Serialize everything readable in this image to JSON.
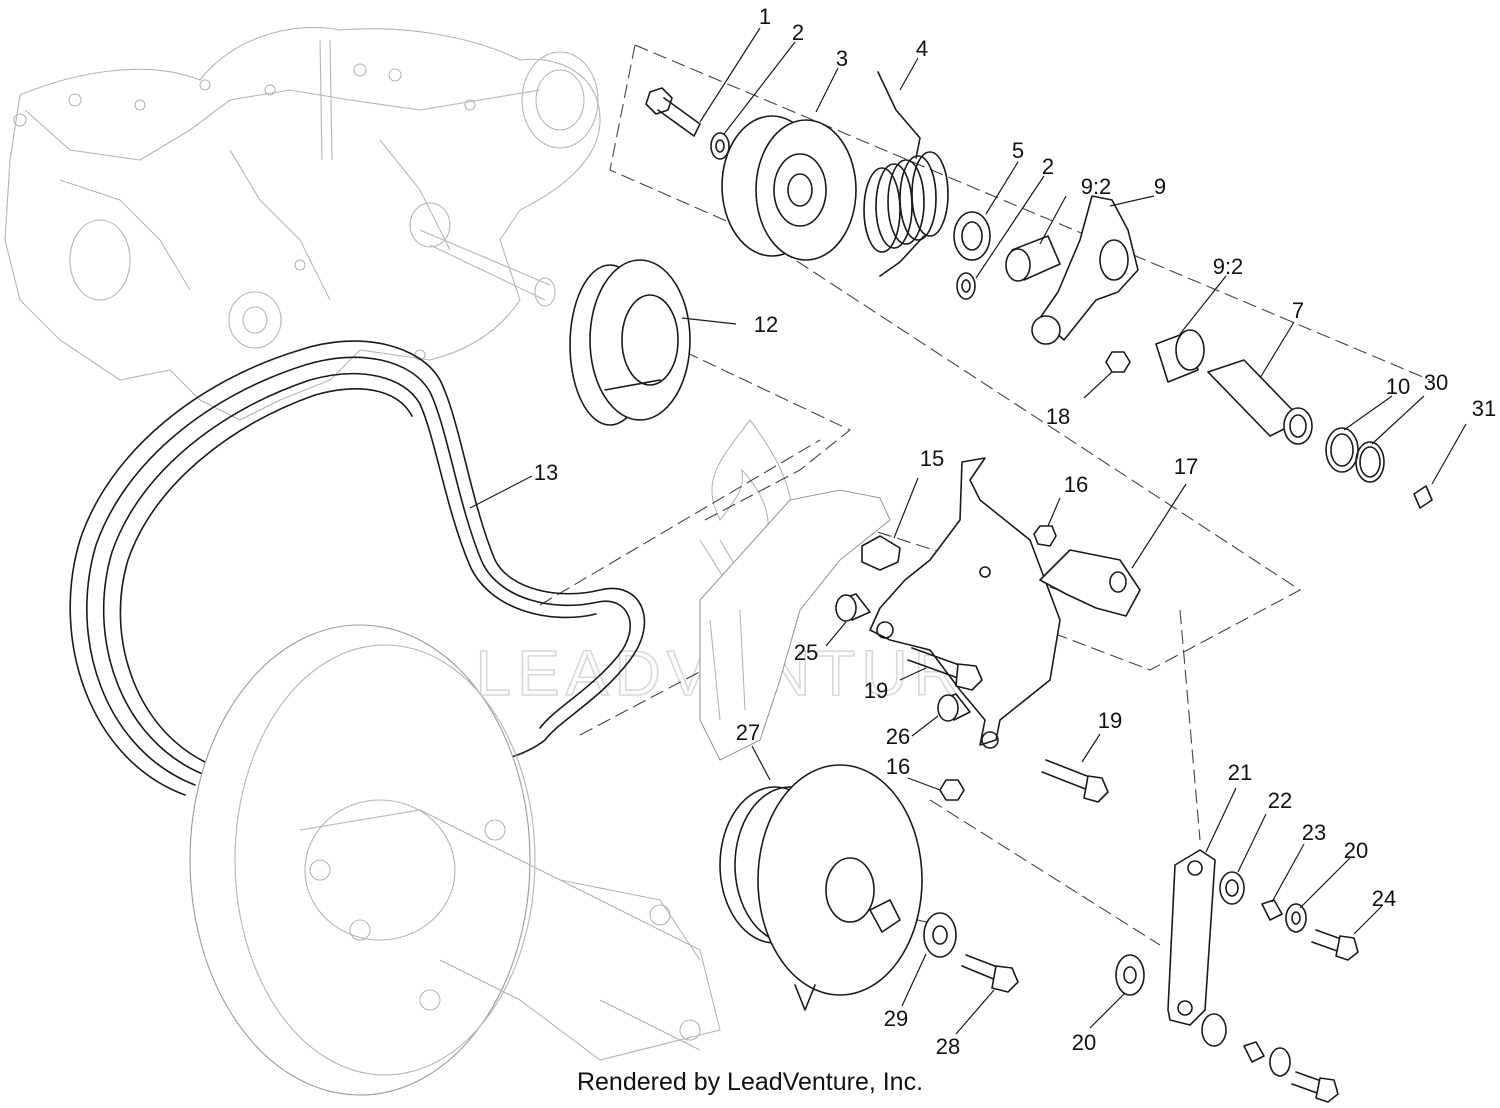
{
  "diagram": {
    "callouts": [
      {
        "label": "1"
      },
      {
        "label": "2"
      },
      {
        "label": "3"
      },
      {
        "label": "4"
      },
      {
        "label": "5"
      },
      {
        "label": "2"
      },
      {
        "label": "9:2"
      },
      {
        "label": "9"
      },
      {
        "label": "9:2"
      },
      {
        "label": "7"
      },
      {
        "label": "12"
      },
      {
        "label": "18"
      },
      {
        "label": "10"
      },
      {
        "label": "30"
      },
      {
        "label": "31"
      },
      {
        "label": "13"
      },
      {
        "label": "15"
      },
      {
        "label": "16"
      },
      {
        "label": "17"
      },
      {
        "label": "25"
      },
      {
        "label": "19"
      },
      {
        "label": "26"
      },
      {
        "label": "19"
      },
      {
        "label": "27"
      },
      {
        "label": "16"
      },
      {
        "label": "21"
      },
      {
        "label": "22"
      },
      {
        "label": "23"
      },
      {
        "label": "20"
      },
      {
        "label": "24"
      },
      {
        "label": "29"
      },
      {
        "label": "28"
      },
      {
        "label": "20"
      }
    ],
    "watermark": "LEADVENTURE"
  },
  "footer": {
    "credit": "Rendered by LeadVenture, Inc."
  },
  "colors": {
    "line": "#1a1a1a",
    "ghost_line": "#b5b5b5",
    "watermark": "#d8d8d8"
  }
}
